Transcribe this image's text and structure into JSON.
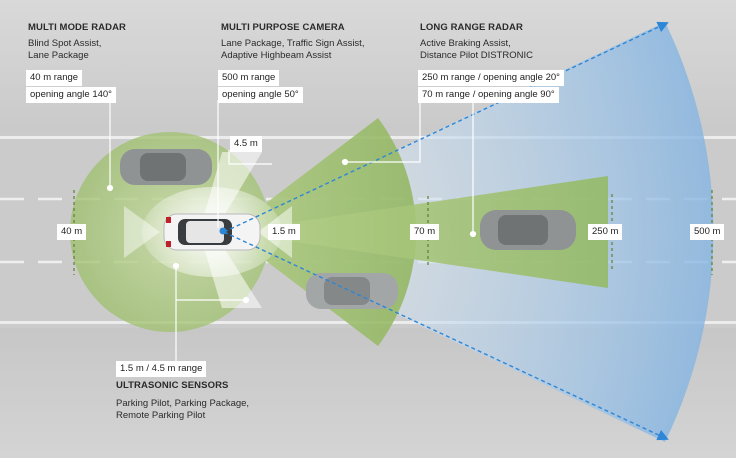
{
  "multi_mode_radar": {
    "title": "MULTI MODE RADAR",
    "line1": "Blind Spot Assist,",
    "line2": "Lane Package",
    "range": "40 m range",
    "angle": "opening angle 140°"
  },
  "multi_purpose_camera": {
    "title": "MULTI PURPOSE CAMERA",
    "line1": "Lane Package, Traffic Sign Assist,",
    "line2": "Adaptive Highbeam Assist",
    "range": "500 m range",
    "angle": "opening angle 50°"
  },
  "long_range_radar": {
    "title": "LONG RANGE RADAR",
    "line1": "Active Braking Assist,",
    "line2": "Distance Pilot DISTRONIC",
    "spec1": "250 m range / opening angle 20°",
    "spec2": "70 m range / opening angle 90°"
  },
  "ultrasonic_sensors": {
    "range": "1.5 m / 4.5 m range",
    "title": "ULTRASONIC SENSORS",
    "line1": "Parking Pilot, Parking Package,",
    "line2": "Remote Parking Pilot"
  },
  "distance_labels": {
    "d40": "40 m",
    "d4_5": "4.5 m",
    "d1_5": "1.5 m",
    "d70": "70 m",
    "d250": "250 m",
    "d500": "500 m"
  },
  "colors": {
    "camera_blue": "#7fb1e0",
    "radar_green": "#9cbf6a",
    "dashed_arrow": "#2d86d6",
    "road": "#cbcbcb"
  }
}
